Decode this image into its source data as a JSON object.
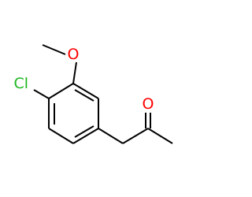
{
  "molecule": {
    "atoms": [
      {
        "symbol": "O",
        "color": "#ff0000"
      },
      {
        "symbol": "Cl",
        "color": "#1fb71f"
      },
      {
        "symbol": "O",
        "color": "#ff0000"
      }
    ]
  }
}
